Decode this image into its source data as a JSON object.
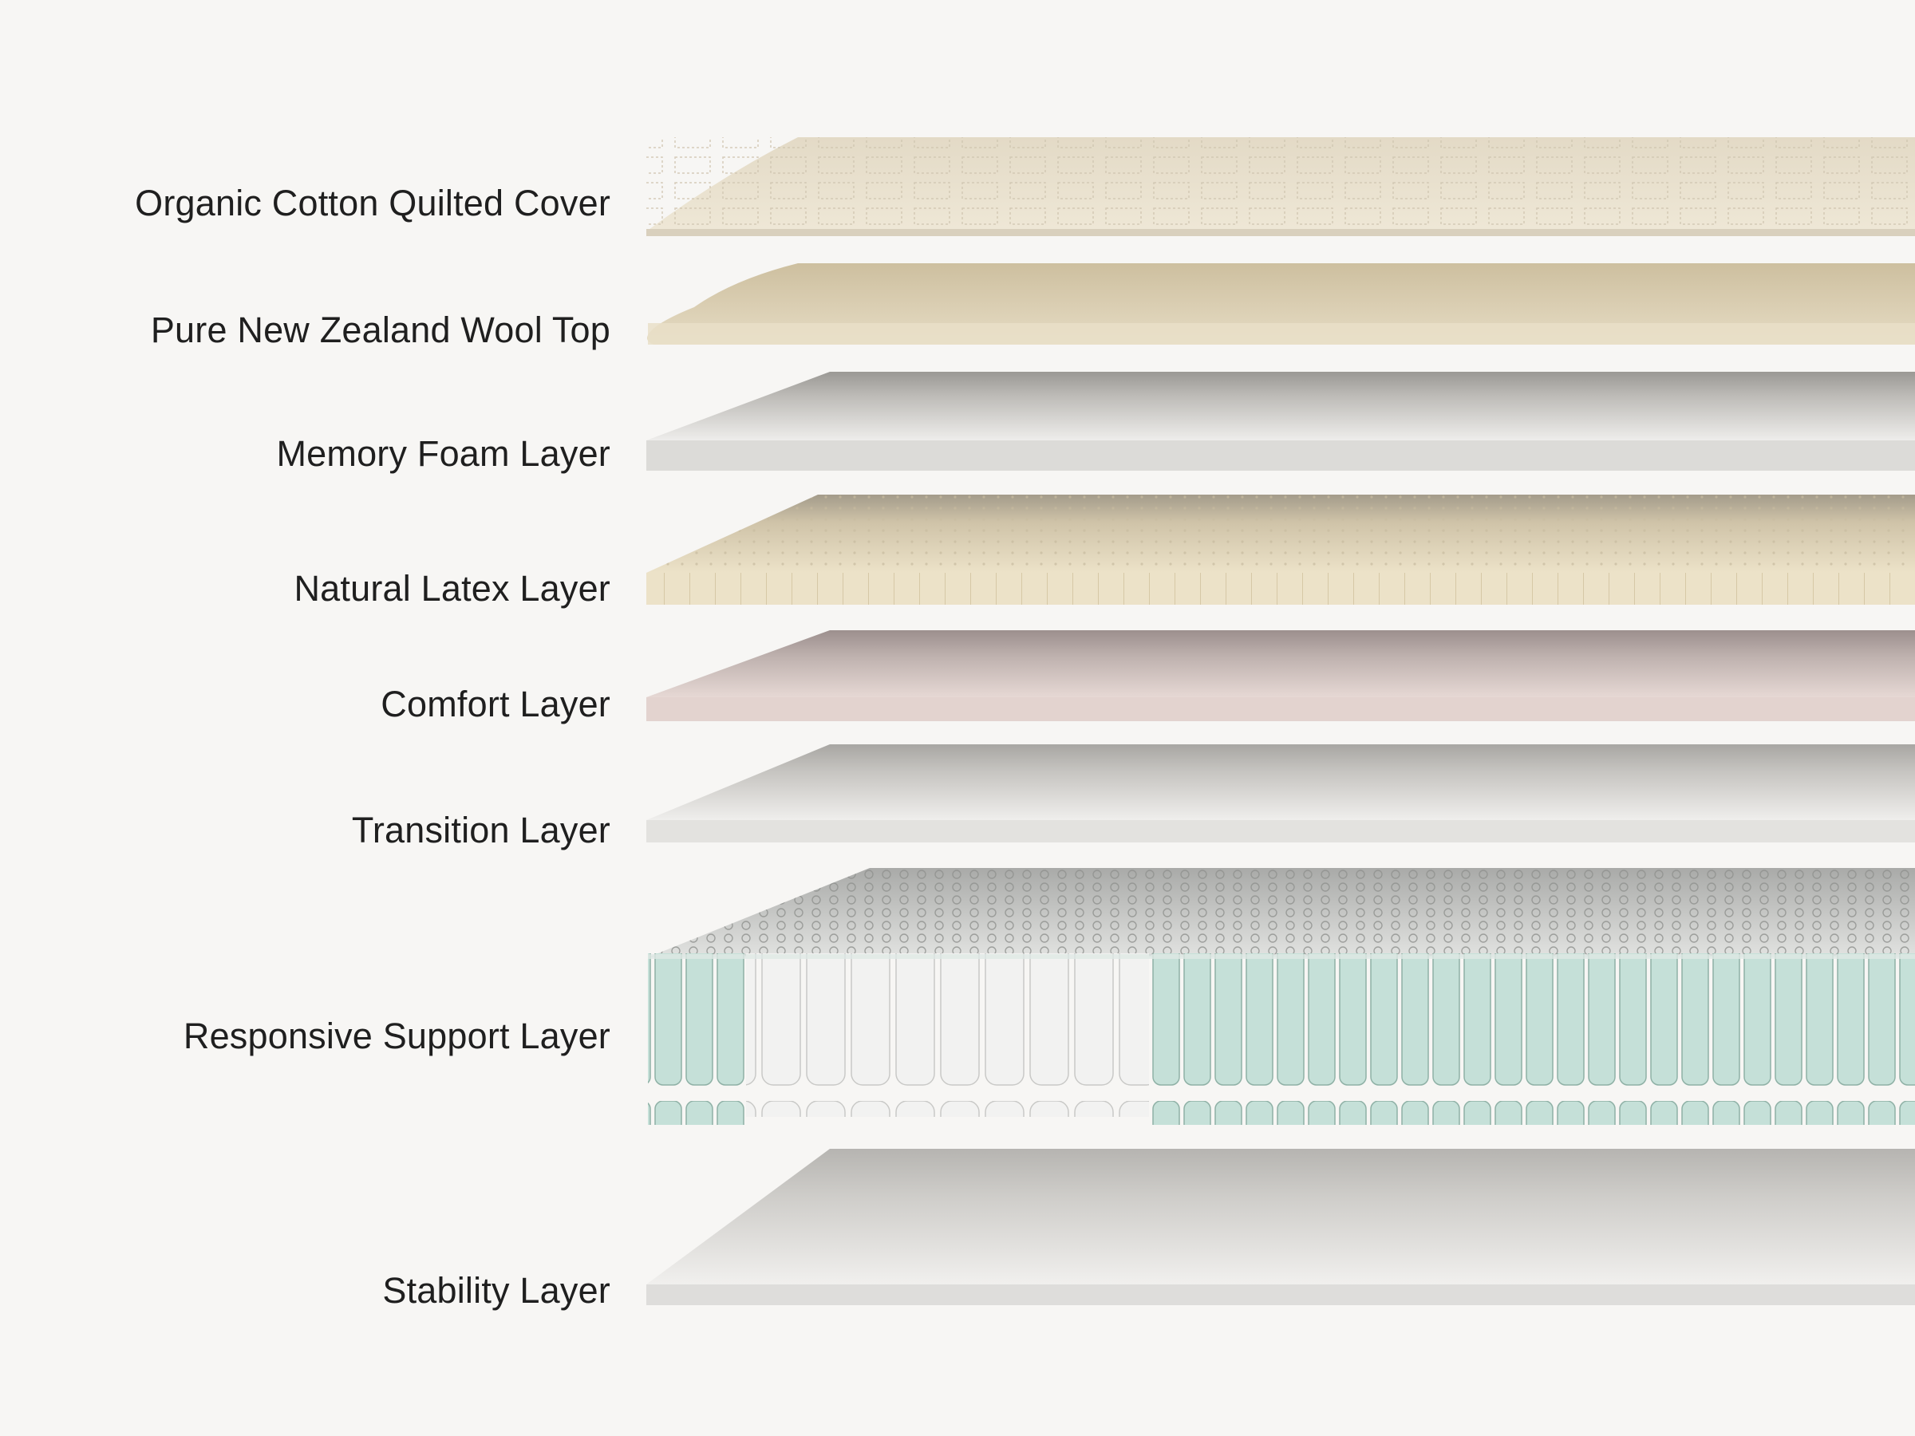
{
  "layers": [
    {
      "id": "cover",
      "label": "Organic Cotton Quilted Cover",
      "material": "quilted-cotton",
      "color": "#e9e1cf"
    },
    {
      "id": "wool",
      "label": "Pure New Zealand Wool Top",
      "material": "wool",
      "color": "#ddd1b5"
    },
    {
      "id": "memory",
      "label": "Memory Foam Layer",
      "material": "foam",
      "color": "#dcdbd8"
    },
    {
      "id": "latex",
      "label": "Natural Latex Layer",
      "material": "latex",
      "color": "#ece2c8"
    },
    {
      "id": "comfort",
      "label": "Comfort Layer",
      "material": "foam",
      "color": "#e3d3cf"
    },
    {
      "id": "transition",
      "label": "Transition Layer",
      "material": "foam",
      "color": "#e3e2df"
    },
    {
      "id": "support",
      "label": "Responsive Support Layer",
      "material": "pocketed-coils",
      "color": "#bcd8cf"
    },
    {
      "id": "stability",
      "label": "Stability Layer",
      "material": "foam",
      "color": "#dedddb"
    }
  ]
}
